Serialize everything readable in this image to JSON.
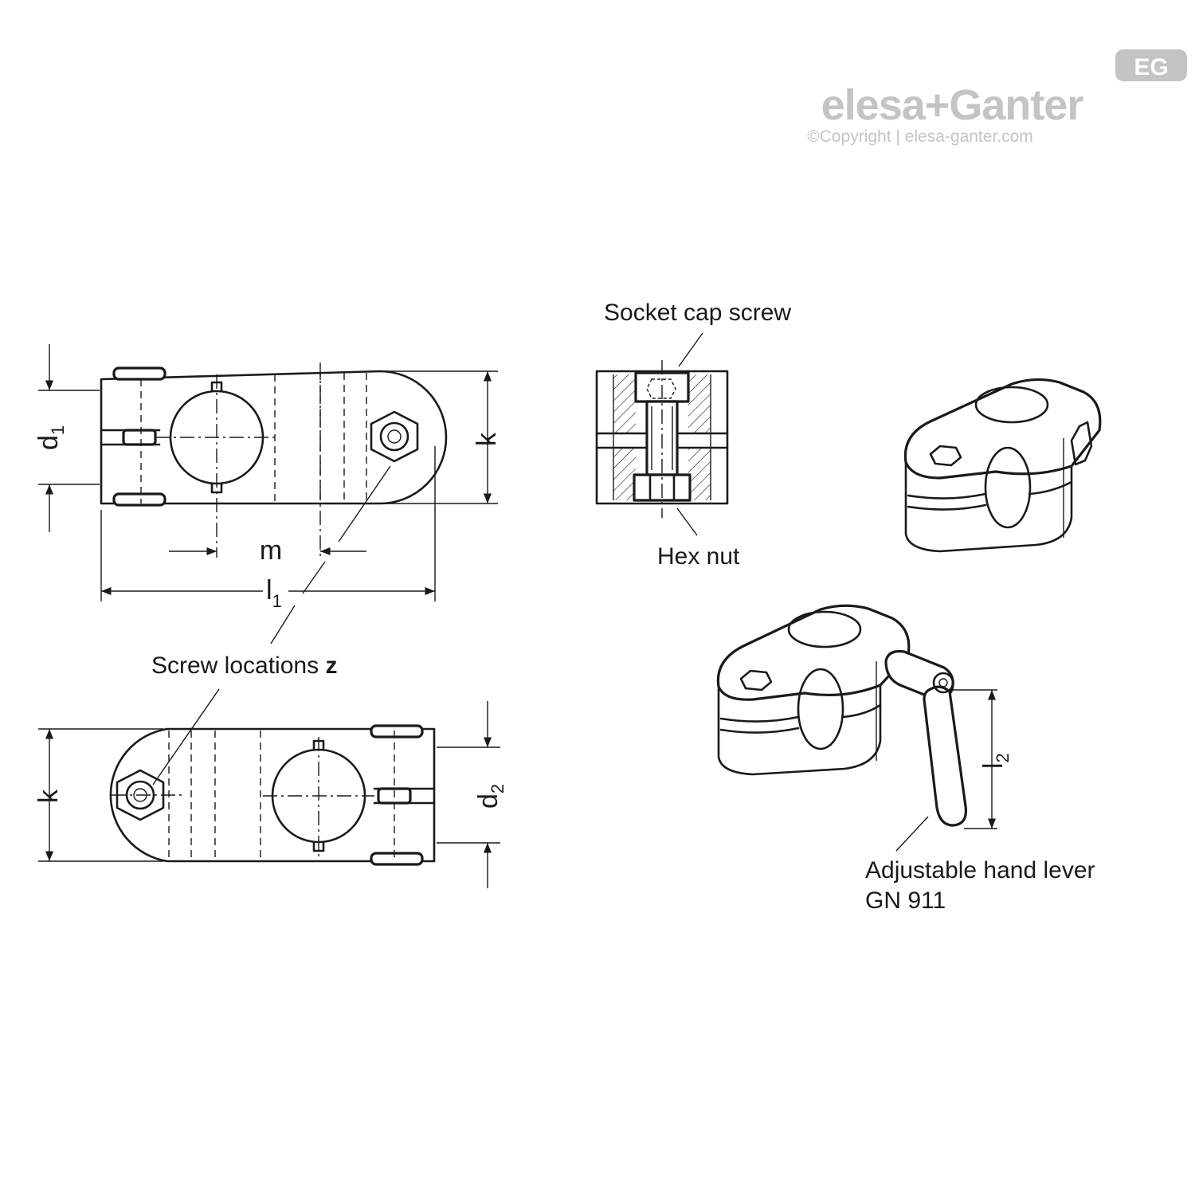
{
  "logo": {
    "brand": "elesa+Ganter",
    "copyright": "©Copyright | elesa-ganter.com",
    "badge": "EG"
  },
  "labels": {
    "socket_cap_screw": "Socket cap screw",
    "hex_nut": "Hex nut",
    "screw_locations": "Screw locations",
    "screw_locations_symbol": "z",
    "adjustable_hand_lever": "Adjustable hand lever",
    "adjustable_hand_lever_code": "GN 911"
  },
  "dimensions": {
    "d1": {
      "base": "d",
      "sub": "1"
    },
    "d2": {
      "base": "d",
      "sub": "2"
    },
    "k_top": "k",
    "k_bottom": "k",
    "m": "m",
    "l1": {
      "base": "l",
      "sub": "1"
    },
    "l2": {
      "base": "l",
      "sub": "2"
    }
  }
}
